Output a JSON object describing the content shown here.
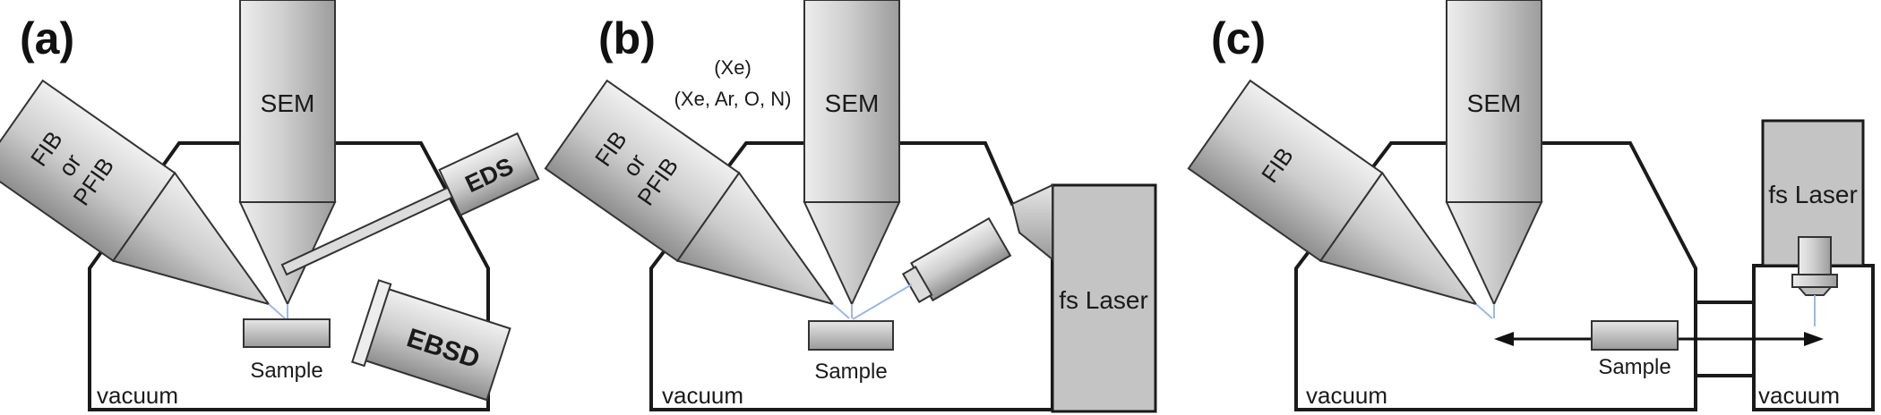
{
  "panels": {
    "a": {
      "letter": "(a)",
      "fib_lines": [
        "FIB",
        "or",
        "PFIB"
      ],
      "sem": "SEM",
      "eds": "EDS",
      "ebsd": "EBSD",
      "sample": "Sample",
      "vacuum": "vacuum"
    },
    "b": {
      "letter": "(b)",
      "gas_line1": "(Xe)",
      "gas_line2": "(Xe, Ar, O, N)",
      "fib_lines": [
        "FIB",
        "or",
        "PFIB"
      ],
      "sem": "SEM",
      "laser": "fs Laser",
      "sample": "Sample",
      "vacuum": "vacuum"
    },
    "c": {
      "letter": "(c)",
      "fib": "FIB",
      "sem": "SEM",
      "laser": "fs Laser",
      "sample": "Sample",
      "vacuum_main": "vacuum",
      "vacuum_side": "vacuum"
    }
  },
  "colors": {
    "outline": "#1a1a1a",
    "beam": "#9bb8e8",
    "laser_box": "#c4c4c4"
  }
}
